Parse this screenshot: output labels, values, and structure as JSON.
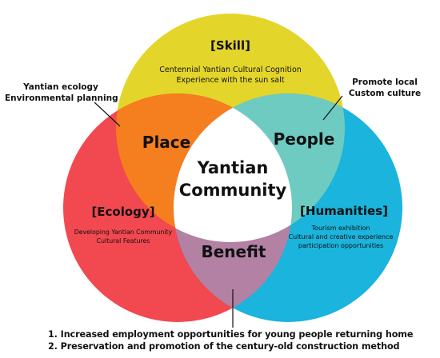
{
  "colors": {
    "skill": "#e3d52a",
    "ecology": "#f2484f",
    "humanities": "#1ab4dc",
    "place": "#f57e1f",
    "people": "#6ecbc2",
    "benefit": "#b281a4",
    "core": "#ffffff",
    "text": "#111111"
  },
  "circles": {
    "skill": {
      "heading": "[Skill]",
      "lines": [
        "Centennial Yantian Cultural Cognition",
        "Experience with the sun salt"
      ]
    },
    "ecology": {
      "heading": "[Ecology]",
      "lines": [
        "Developing Yantian Community",
        "Cultural Features"
      ]
    },
    "humanities": {
      "heading": "[Humanities]",
      "lines": [
        "Tourism exhibition",
        "Cultural and creative experience",
        "participation opportunities"
      ]
    }
  },
  "overlaps": {
    "place": "Place",
    "people": "People",
    "benefit": "Benefit"
  },
  "center": {
    "line1": "Yantian",
    "line2": "Community"
  },
  "notes": {
    "left": [
      "Yantian ecology",
      "Environmental planning"
    ],
    "right": [
      "Promote local",
      "Custom culture"
    ],
    "bottom": [
      "1. Increased employment opportunities for young people returning home",
      "2. Preservation and promotion of the century-old construction method"
    ]
  }
}
